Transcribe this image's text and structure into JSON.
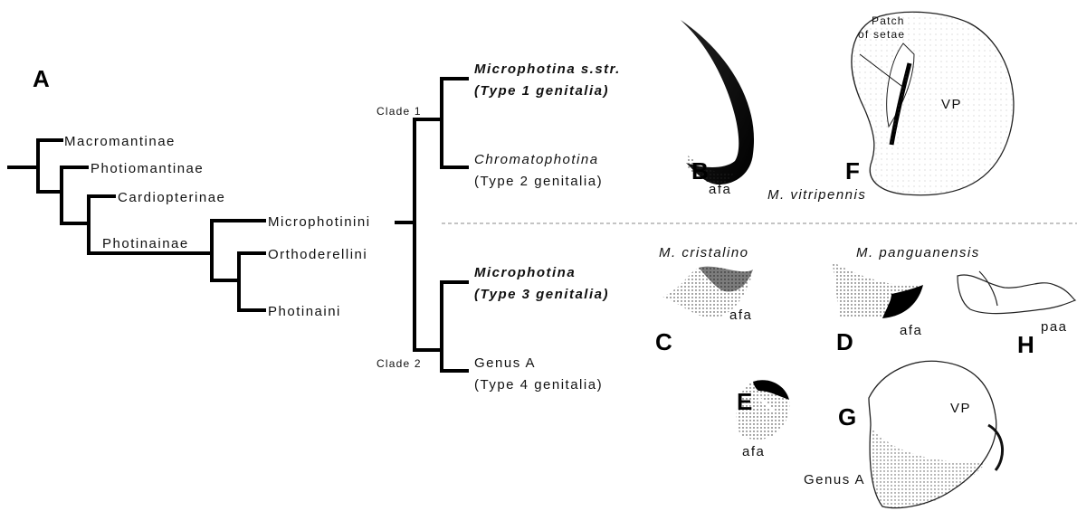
{
  "panel_letters": {
    "A": "A",
    "B": "B",
    "C": "C",
    "D": "D",
    "E": "E",
    "F": "F",
    "G": "G",
    "H": "H"
  },
  "tree": {
    "macromantinae": "Macromantinae",
    "photiomantinae": "Photiomantinae",
    "cardiopterinae": "Cardiopterinae",
    "photinainae": "Photinainae",
    "microphotinini": "Microphotinini",
    "orthoderellini": "Orthoderellini",
    "photinaini": "Photinaini",
    "clade1": "Clade 1",
    "clade2": "Clade 2"
  },
  "taxa": {
    "t1_name": "Microphotina s.str.",
    "t1_type": "(Type 1 genitalia)",
    "t2_name": "Chromatophotina",
    "t2_type": "(Type 2 genitalia)",
    "t3_name": "Microphotina",
    "t3_type": "(Type 3 genitalia)",
    "t4_name": "Genus A",
    "t4_type": "(Type 4 genitalia)"
  },
  "figures": {
    "afa": "afa",
    "paa": "paa",
    "vp": "VP",
    "patch_line1": "Patch",
    "patch_line2": "of setae",
    "m_vitripennis": "M. vitripennis",
    "m_cristalino": "M. cristalino",
    "m_panguanensis": "M. panguanensis",
    "genus_a": "Genus A"
  }
}
